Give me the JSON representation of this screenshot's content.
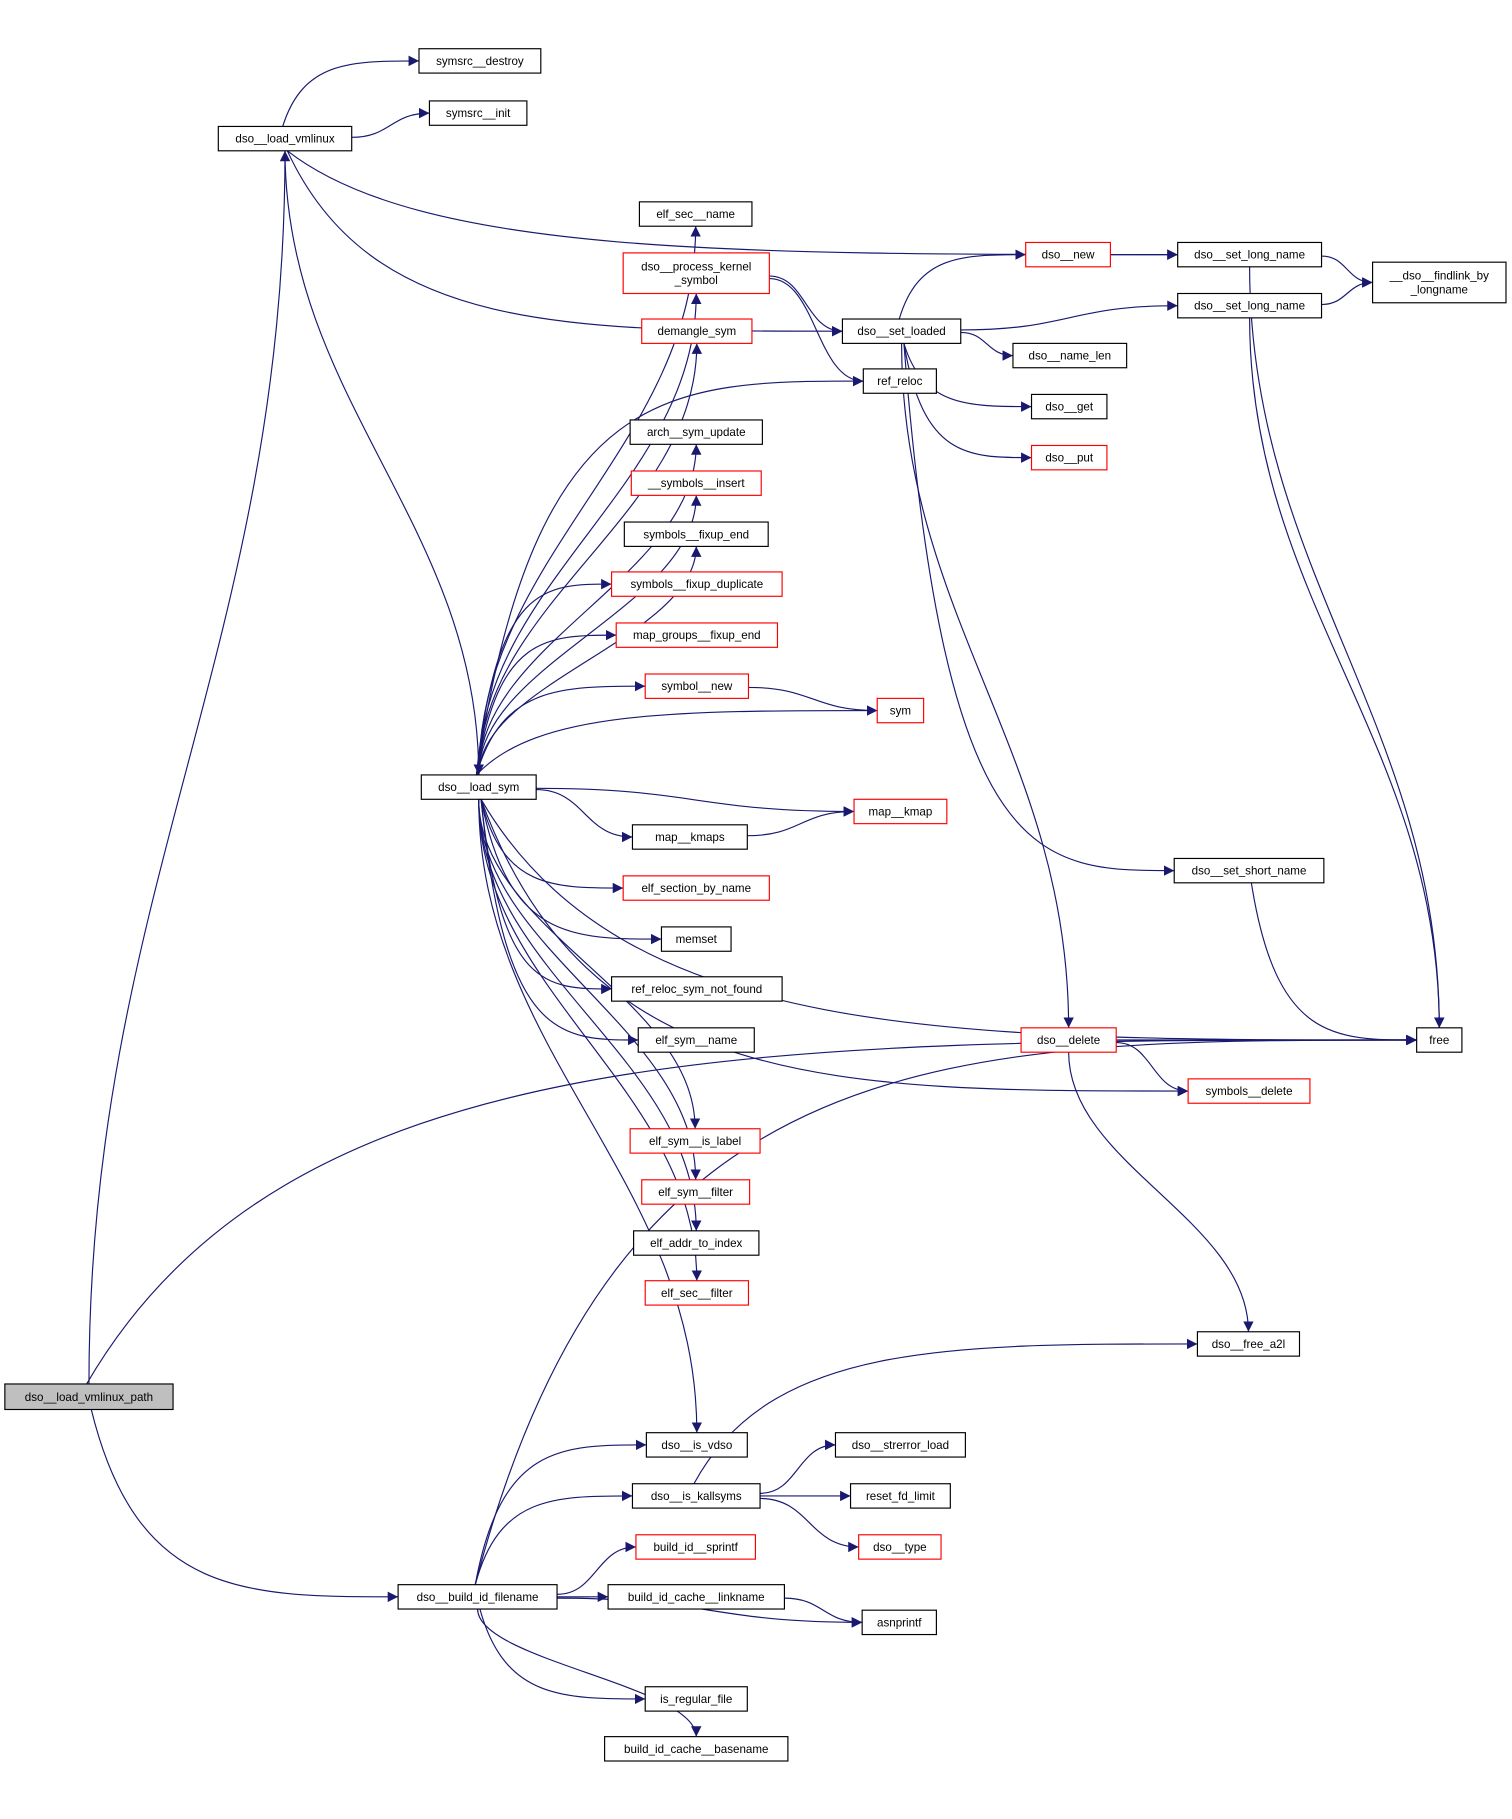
{
  "colors": {
    "edge": "#191970",
    "truncated_border": "#ff0000",
    "normal_border": "#000000",
    "root_fill": "#bfbfbf"
  },
  "nodes": [
    {
      "id": "root",
      "label": [
        "dso__load_vmlinux_path"
      ],
      "root": true
    },
    {
      "id": "load_vmlinux",
      "label": [
        "dso__load_vmlinux"
      ]
    },
    {
      "id": "symsrc_destroy",
      "label": [
        "symsrc__destroy"
      ]
    },
    {
      "id": "symsrc_init",
      "label": [
        "symsrc__init"
      ]
    },
    {
      "id": "load_sym",
      "label": [
        "dso__load_sym"
      ]
    },
    {
      "id": "build_id_filename",
      "label": [
        "dso__build_id_filename"
      ]
    },
    {
      "id": "elf_sec_name",
      "label": [
        "elf_sec__name"
      ]
    },
    {
      "id": "process_kernel_symbol",
      "label": [
        "dso__process_kernel",
        "_symbol"
      ],
      "truncated": true
    },
    {
      "id": "demangle_sym",
      "label": [
        "demangle_sym"
      ],
      "truncated": true
    },
    {
      "id": "arch_sym_update",
      "label": [
        "arch__sym_update"
      ]
    },
    {
      "id": "symbols_insert",
      "label": [
        "__symbols__insert"
      ],
      "truncated": true
    },
    {
      "id": "symbols_fixup_end",
      "label": [
        "symbols__fixup_end"
      ]
    },
    {
      "id": "symbols_fixup_duplicate",
      "label": [
        "symbols__fixup_duplicate"
      ],
      "truncated": true
    },
    {
      "id": "map_groups_fixup_end",
      "label": [
        "map_groups__fixup_end"
      ],
      "truncated": true
    },
    {
      "id": "symbol_new",
      "label": [
        "symbol__new"
      ],
      "truncated": true
    },
    {
      "id": "map_kmaps",
      "label": [
        "map__kmaps"
      ]
    },
    {
      "id": "elf_section_by_name",
      "label": [
        "elf_section_by_name"
      ],
      "truncated": true
    },
    {
      "id": "memset",
      "label": [
        "memset"
      ]
    },
    {
      "id": "ref_reloc_sym_not_found",
      "label": [
        "ref_reloc_sym_not_found"
      ]
    },
    {
      "id": "elf_sym_name",
      "label": [
        "elf_sym__name"
      ]
    },
    {
      "id": "elf_sym_is_label",
      "label": [
        "elf_sym__is_label"
      ],
      "truncated": true
    },
    {
      "id": "elf_sym_filter",
      "label": [
        "elf_sym__filter"
      ],
      "truncated": true
    },
    {
      "id": "elf_addr_to_index",
      "label": [
        "elf_addr_to_index"
      ]
    },
    {
      "id": "elf_sec_filter",
      "label": [
        "elf_sec__filter"
      ],
      "truncated": true
    },
    {
      "id": "is_vdso",
      "label": [
        "dso__is_vdso"
      ]
    },
    {
      "id": "is_kallsyms",
      "label": [
        "dso__is_kallsyms"
      ]
    },
    {
      "id": "build_id_sprintf",
      "label": [
        "build_id__sprintf"
      ],
      "truncated": true
    },
    {
      "id": "cache_linkname",
      "label": [
        "build_id_cache__linkname"
      ]
    },
    {
      "id": "is_regular_file",
      "label": [
        "is_regular_file"
      ]
    },
    {
      "id": "cache_basename",
      "label": [
        "build_id_cache__basename"
      ]
    },
    {
      "id": "set_loaded",
      "label": [
        "dso__set_loaded"
      ]
    },
    {
      "id": "ref_reloc",
      "label": [
        "ref_reloc"
      ]
    },
    {
      "id": "sym",
      "label": [
        "sym"
      ],
      "truncated": true
    },
    {
      "id": "map_kmap",
      "label": [
        "map__kmap"
      ],
      "truncated": true
    },
    {
      "id": "strerror_load",
      "label": [
        "dso__strerror_load"
      ]
    },
    {
      "id": "reset_fd_limit",
      "label": [
        "reset_fd_limit"
      ]
    },
    {
      "id": "dso_type",
      "label": [
        "dso__type"
      ],
      "truncated": true
    },
    {
      "id": "asnprintf",
      "label": [
        "asnprintf"
      ]
    },
    {
      "id": "dso_new",
      "label": [
        "dso__new"
      ],
      "truncated": true
    },
    {
      "id": "name_len",
      "label": [
        "dso__name_len"
      ]
    },
    {
      "id": "dso_get",
      "label": [
        "dso__get"
      ]
    },
    {
      "id": "dso_put",
      "label": [
        "dso__put"
      ],
      "truncated": true
    },
    {
      "id": "dso_delete",
      "label": [
        "dso__delete"
      ],
      "truncated": true
    },
    {
      "id": "set_long_name_1",
      "label": [
        "dso__set_long_name"
      ]
    },
    {
      "id": "set_long_name_2",
      "label": [
        "dso__set_long_name"
      ]
    },
    {
      "id": "set_short_name",
      "label": [
        "dso__set_short_name"
      ]
    },
    {
      "id": "symbols_delete",
      "label": [
        "symbols__delete"
      ],
      "truncated": true
    },
    {
      "id": "free_a2l",
      "label": [
        "dso__free_a2l"
      ]
    },
    {
      "id": "findlink",
      "label": [
        "__dso__findlink_by",
        "_longname"
      ]
    },
    {
      "id": "free",
      "label": [
        "free"
      ]
    }
  ],
  "edges": [
    [
      "root",
      "load_vmlinux"
    ],
    [
      "root",
      "free"
    ],
    [
      "root",
      "build_id_filename"
    ],
    [
      "load_vmlinux",
      "symsrc_destroy"
    ],
    [
      "load_vmlinux",
      "symsrc_init"
    ],
    [
      "load_vmlinux",
      "set_long_name_1"
    ],
    [
      "load_vmlinux",
      "set_loaded"
    ],
    [
      "load_vmlinux",
      "load_sym"
    ],
    [
      "load_sym",
      "elf_sec_name"
    ],
    [
      "load_sym",
      "process_kernel_symbol"
    ],
    [
      "load_sym",
      "demangle_sym"
    ],
    [
      "load_sym",
      "ref_reloc"
    ],
    [
      "load_sym",
      "arch_sym_update"
    ],
    [
      "load_sym",
      "symbols_insert"
    ],
    [
      "load_sym",
      "symbols_fixup_end"
    ],
    [
      "load_sym",
      "symbols_fixup_duplicate"
    ],
    [
      "load_sym",
      "map_groups_fixup_end"
    ],
    [
      "load_sym",
      "symbol_new"
    ],
    [
      "load_sym",
      "sym"
    ],
    [
      "load_sym",
      "map_kmap"
    ],
    [
      "load_sym",
      "map_kmaps"
    ],
    [
      "load_sym",
      "elf_section_by_name"
    ],
    [
      "load_sym",
      "memset"
    ],
    [
      "load_sym",
      "ref_reloc_sym_not_found"
    ],
    [
      "load_sym",
      "elf_sym_name"
    ],
    [
      "load_sym",
      "symbols_delete"
    ],
    [
      "load_sym",
      "elf_sym_is_label"
    ],
    [
      "load_sym",
      "elf_sym_filter"
    ],
    [
      "load_sym",
      "elf_addr_to_index"
    ],
    [
      "load_sym",
      "elf_sec_filter"
    ],
    [
      "load_sym",
      "free"
    ],
    [
      "load_sym",
      "is_vdso"
    ],
    [
      "process_kernel_symbol",
      "set_loaded"
    ],
    [
      "process_kernel_symbol",
      "ref_reloc"
    ],
    [
      "symbol_new",
      "sym"
    ],
    [
      "map_kmaps",
      "map_kmap"
    ],
    [
      "set_loaded",
      "dso_new"
    ],
    [
      "set_loaded",
      "set_long_name_2"
    ],
    [
      "set_loaded",
      "name_len"
    ],
    [
      "set_loaded",
      "dso_get"
    ],
    [
      "set_loaded",
      "dso_put"
    ],
    [
      "set_loaded",
      "dso_delete"
    ],
    [
      "set_loaded",
      "set_short_name"
    ],
    [
      "dso_new",
      "set_long_name_1"
    ],
    [
      "set_long_name_1",
      "findlink"
    ],
    [
      "set_long_name_1",
      "free"
    ],
    [
      "set_long_name_2",
      "findlink"
    ],
    [
      "set_long_name_2",
      "free"
    ],
    [
      "set_short_name",
      "free"
    ],
    [
      "dso_delete",
      "free"
    ],
    [
      "dso_delete",
      "symbols_delete"
    ],
    [
      "dso_delete",
      "free_a2l"
    ],
    [
      "build_id_filename",
      "is_vdso"
    ],
    [
      "build_id_filename",
      "is_kallsyms"
    ],
    [
      "build_id_filename",
      "build_id_sprintf"
    ],
    [
      "build_id_filename",
      "cache_linkname"
    ],
    [
      "build_id_filename",
      "asnprintf"
    ],
    [
      "build_id_filename",
      "is_regular_file"
    ],
    [
      "build_id_filename",
      "cache_basename"
    ],
    [
      "build_id_filename",
      "free"
    ],
    [
      "is_kallsyms",
      "free_a2l"
    ],
    [
      "is_kallsyms",
      "strerror_load"
    ],
    [
      "is_kallsyms",
      "reset_fd_limit"
    ],
    [
      "is_kallsyms",
      "dso_type"
    ],
    [
      "cache_linkname",
      "asnprintf"
    ]
  ]
}
